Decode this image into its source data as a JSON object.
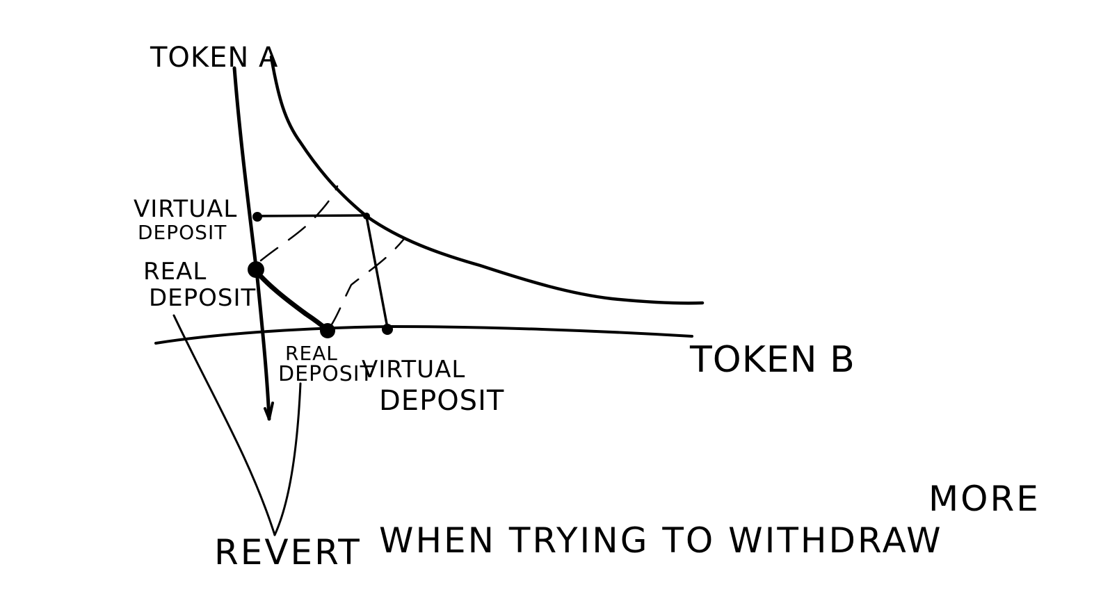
{
  "labels": {
    "y_axis": "TOKEN A",
    "x_axis": "TOKEN B",
    "virtual_deposit_a_line1": "VIRTUAL",
    "virtual_deposit_a_line2": "DEPOSIT",
    "real_deposit_a_line1": "REAL",
    "real_deposit_a_line2": "DEPOSIT",
    "real_deposit_b_line1": "REAL",
    "real_deposit_b_line2": "DEPOSIT",
    "virtual_deposit_b_line1": "VIRTUAL",
    "virtual_deposit_b_line2": "DEPOSIT",
    "caption_part1": "REVERT",
    "caption_part2": "WHEN TRYING TO WITHDRAW",
    "caption_part3": "MORE"
  },
  "colors": {
    "ink": "#000000",
    "background": "#ffffff"
  }
}
